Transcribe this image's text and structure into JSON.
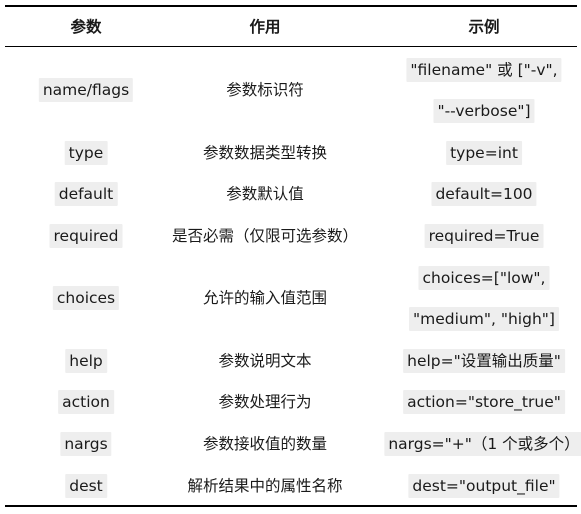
{
  "headers": [
    "参数",
    "作用",
    "示例"
  ],
  "rows": [
    {
      "param": "name/flags",
      "purpose": "参数标识符",
      "example": [
        "\"filename\" 或 [\"-v\",",
        "\"--verbose\"]"
      ]
    },
    {
      "param": "type",
      "purpose": "参数数据类型转换",
      "example": [
        "type=int"
      ]
    },
    {
      "param": "default",
      "purpose": "参数默认值",
      "example": [
        "default=100"
      ]
    },
    {
      "param": "required",
      "purpose": "是否必需（仅限可选参数）",
      "example": [
        "required=True"
      ]
    },
    {
      "param": "choices",
      "purpose": "允许的输入值范围",
      "example": [
        "choices=[\"low\",",
        "\"medium\", \"high\"]"
      ]
    },
    {
      "param": "help",
      "purpose": "参数说明文本",
      "example": [
        "help=\"设置输出质量\""
      ]
    },
    {
      "param": "action",
      "purpose": "参数处理行为",
      "example": [
        "action=\"store_true\""
      ]
    },
    {
      "param": "nargs",
      "purpose": "参数接收值的数量",
      "example": [
        "nargs=\"+\"（1 个或多个）"
      ]
    },
    {
      "param": "dest",
      "purpose": "解析结果中的属性名称",
      "example": [
        "dest=\"output_file\""
      ]
    }
  ]
}
